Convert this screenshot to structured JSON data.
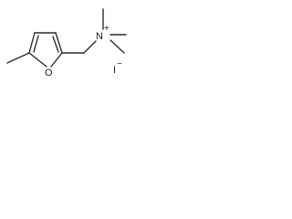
{
  "molecule": {
    "atoms": {
      "oxygen": "O",
      "nitrogen": "N",
      "nitrogen_charge": "+",
      "iodine": "I",
      "iodine_charge": "−"
    }
  }
}
